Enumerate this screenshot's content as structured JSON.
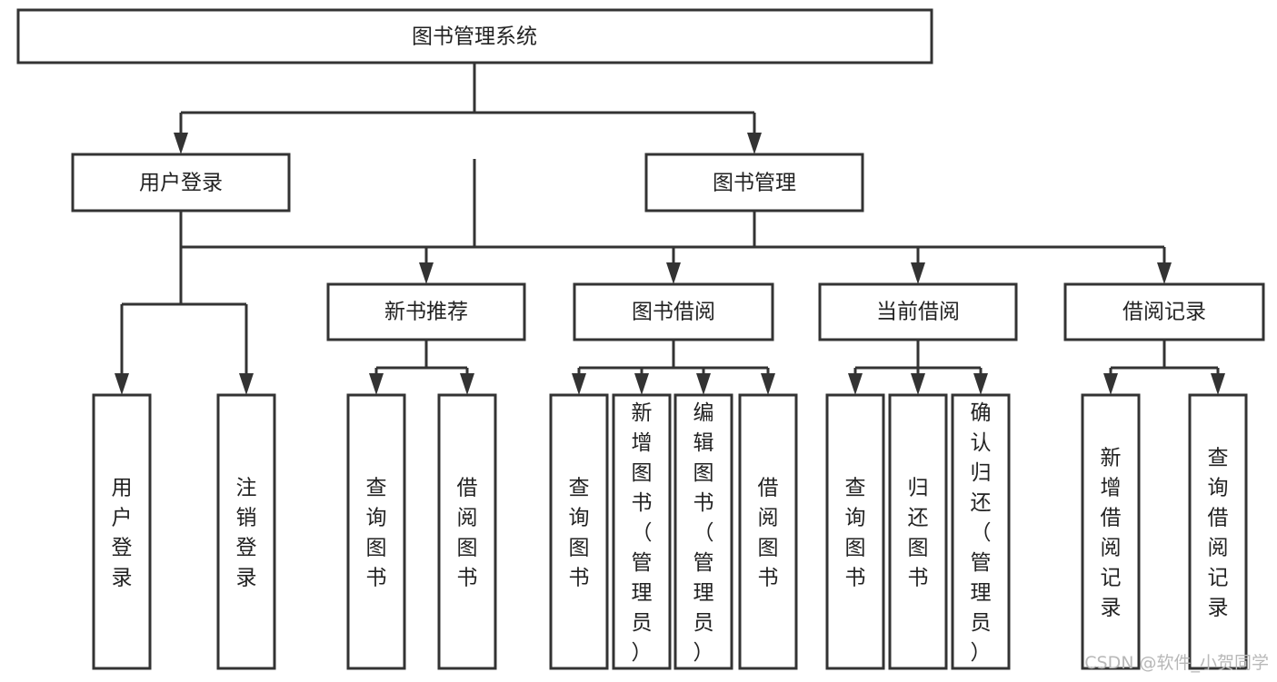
{
  "diagram": {
    "title": "图书管理系统",
    "type": "tree",
    "watermark": "CSDN @软件_小贺同学",
    "colors": {
      "box_stroke": "#333333",
      "box_fill": "#ffffff",
      "text": "#222222",
      "connector": "#333333",
      "watermark": "#b8b8b8"
    },
    "levels": {
      "root": {
        "label": "图书管理系统"
      },
      "level2": [
        {
          "id": "user-login",
          "label": "用户登录"
        },
        {
          "id": "book-management",
          "label": "图书管理"
        }
      ],
      "level3": [
        {
          "id": "new-book-recommend",
          "label": "新书推荐",
          "parent": "book-management"
        },
        {
          "id": "book-borrow",
          "label": "图书借阅",
          "parent": "book-management"
        },
        {
          "id": "current-borrow",
          "label": "当前借阅",
          "parent": "book-management"
        },
        {
          "id": "borrow-record",
          "label": "借阅记录",
          "parent": "book-management"
        }
      ],
      "leaves": [
        {
          "id": "leaf-user-login",
          "label": "用户登录",
          "parent": "user-login"
        },
        {
          "id": "leaf-user-logout",
          "label": "注销登录",
          "parent": "user-login"
        },
        {
          "id": "leaf-query-book-1",
          "label": "查询图书",
          "parent": "new-book-recommend"
        },
        {
          "id": "leaf-borrow-book-1",
          "label": "借阅图书",
          "parent": "new-book-recommend"
        },
        {
          "id": "leaf-query-book-2",
          "label": "查询图书",
          "parent": "book-borrow"
        },
        {
          "id": "leaf-add-book",
          "label": "新增图书（管理员）",
          "parent": "book-borrow"
        },
        {
          "id": "leaf-edit-book",
          "label": "编辑图书（管理员）",
          "parent": "book-borrow"
        },
        {
          "id": "leaf-borrow-book-2",
          "label": "借阅图书",
          "parent": "book-borrow"
        },
        {
          "id": "leaf-query-book-3",
          "label": "查询图书",
          "parent": "current-borrow"
        },
        {
          "id": "leaf-return-book",
          "label": "归还图书",
          "parent": "current-borrow"
        },
        {
          "id": "leaf-confirm-return",
          "label": "确认归还（管理员）",
          "parent": "current-borrow"
        },
        {
          "id": "leaf-add-record",
          "label": "新增借阅记录",
          "parent": "borrow-record"
        },
        {
          "id": "leaf-query-record",
          "label": "查询借阅记录",
          "parent": "borrow-record"
        }
      ]
    }
  }
}
